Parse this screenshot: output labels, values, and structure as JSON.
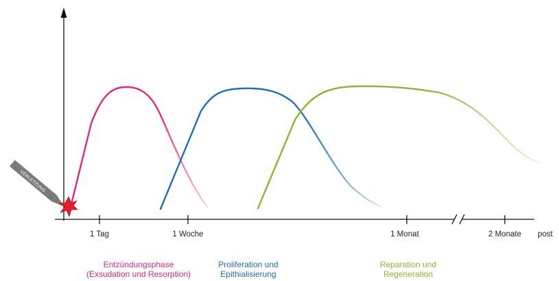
{
  "diagram": {
    "injury_label": "VERLETZUNG",
    "ticks": [
      {
        "label": "1 Tag"
      },
      {
        "label": "1 Woche"
      },
      {
        "label": "1 Monat"
      },
      {
        "label": "2 Monate"
      }
    ],
    "axis_end_label": "post",
    "phases": [
      {
        "line1": "Entzündungsphase",
        "line2": "(Exsudation und Resorption)",
        "color": "#e0287a"
      },
      {
        "line1": "Proliferation und",
        "line2": "Epithialisierung",
        "color": "#1f6fb0"
      },
      {
        "line1": "Reparation und",
        "line2": "Regeneration",
        "color": "#8ab533"
      }
    ],
    "colors": {
      "axis": "#111111",
      "injury_burst": "#e0202a",
      "injury_tag": "#7a7a7a"
    }
  }
}
